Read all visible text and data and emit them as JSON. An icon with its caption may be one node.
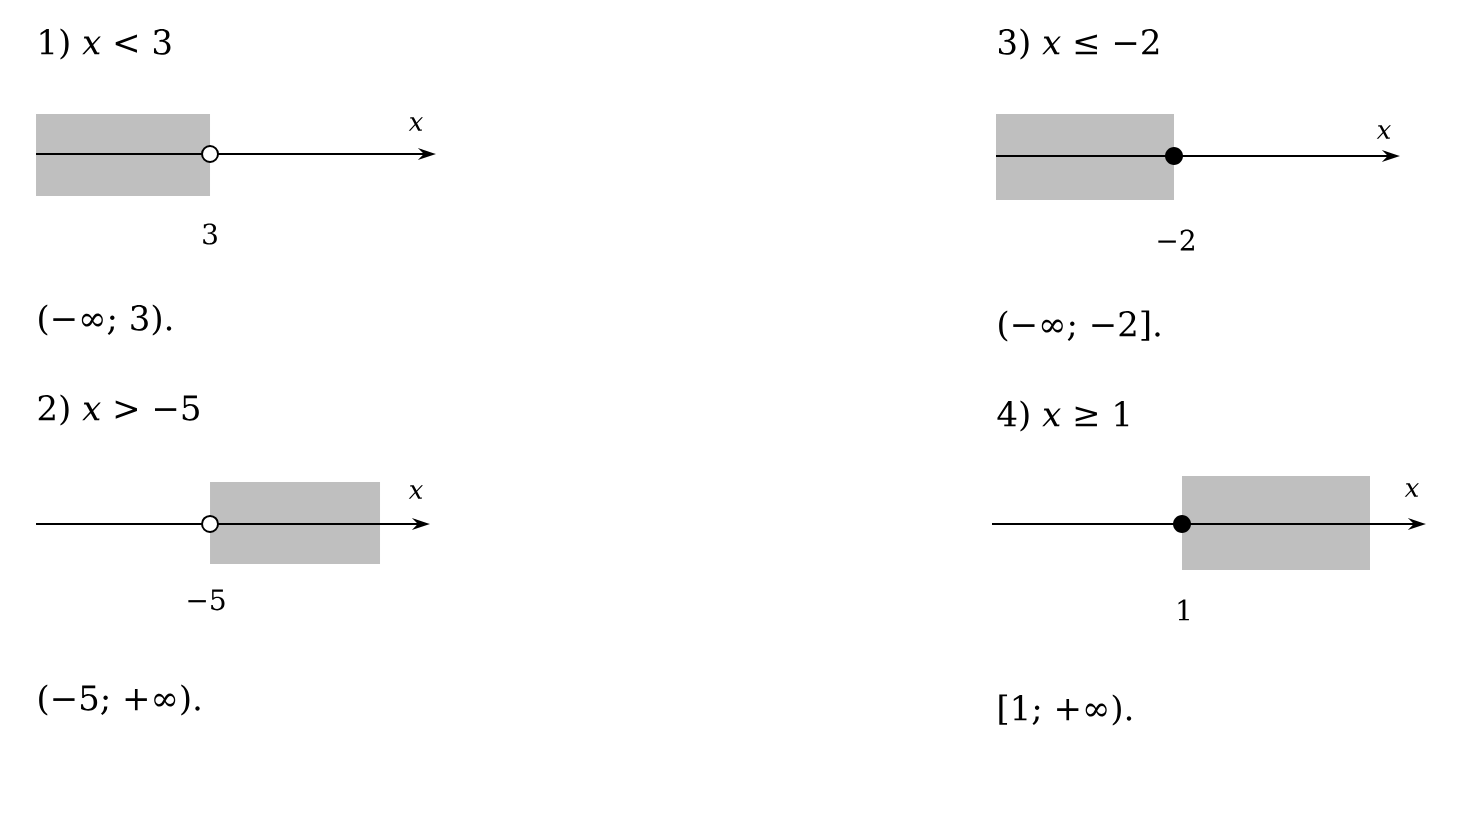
{
  "diagram": {
    "labels": [
      "1) *x* < 3",
      "x",
      "3",
      "(−∞; 3).",
      "3) *x* ≤ −2",
      "x",
      "−2",
      "(−∞; −2].",
      "2) *x* > −5",
      "x",
      "−5",
      "(−5; +∞).",
      "4) *x* ≥ 1",
      "x",
      "1",
      "[1; +∞)."
    ]
  }
}
